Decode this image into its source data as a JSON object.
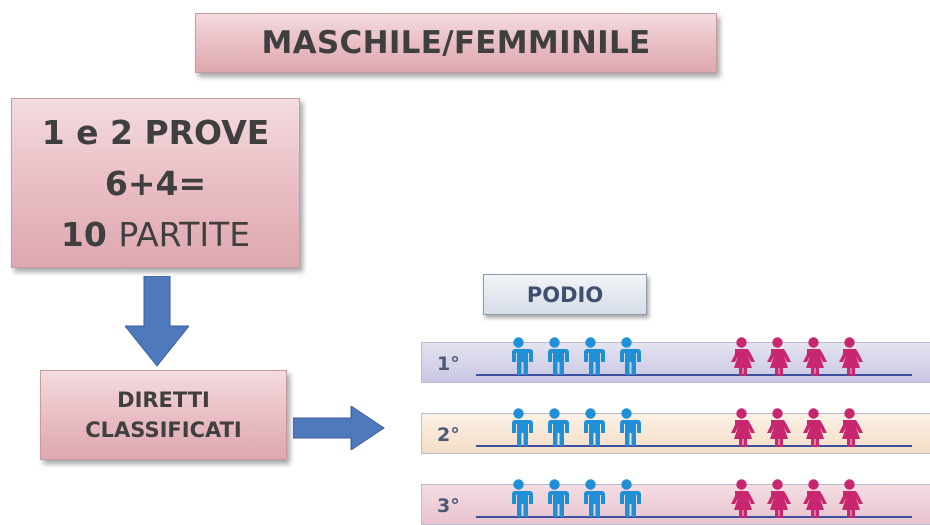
{
  "title": "MASCHILE/FEMMINILE",
  "prove_box": {
    "line1": "1 e 2 PROVE",
    "line2": "6+4=",
    "line3_number": "10",
    "line3_text": "PARTITE"
  },
  "direct_box": {
    "line1": "DIRETTI",
    "line2": "CLASSIFICATI"
  },
  "podio": {
    "label": "PODIO",
    "rows": [
      {
        "rank": "1°",
        "male_count": 4,
        "female_count": 4
      },
      {
        "rank": "2°",
        "male_count": 4,
        "female_count": 4
      },
      {
        "rank": "3°",
        "male_count": 4,
        "female_count": 4
      }
    ]
  },
  "colors": {
    "box_fill": "#e8bcc2",
    "arrow": "#4f79bd",
    "male_icon": "#1f8fd6",
    "female_icon": "#c8266e"
  },
  "icons": {
    "male": "male-person-icon",
    "female": "female-person-icon"
  }
}
